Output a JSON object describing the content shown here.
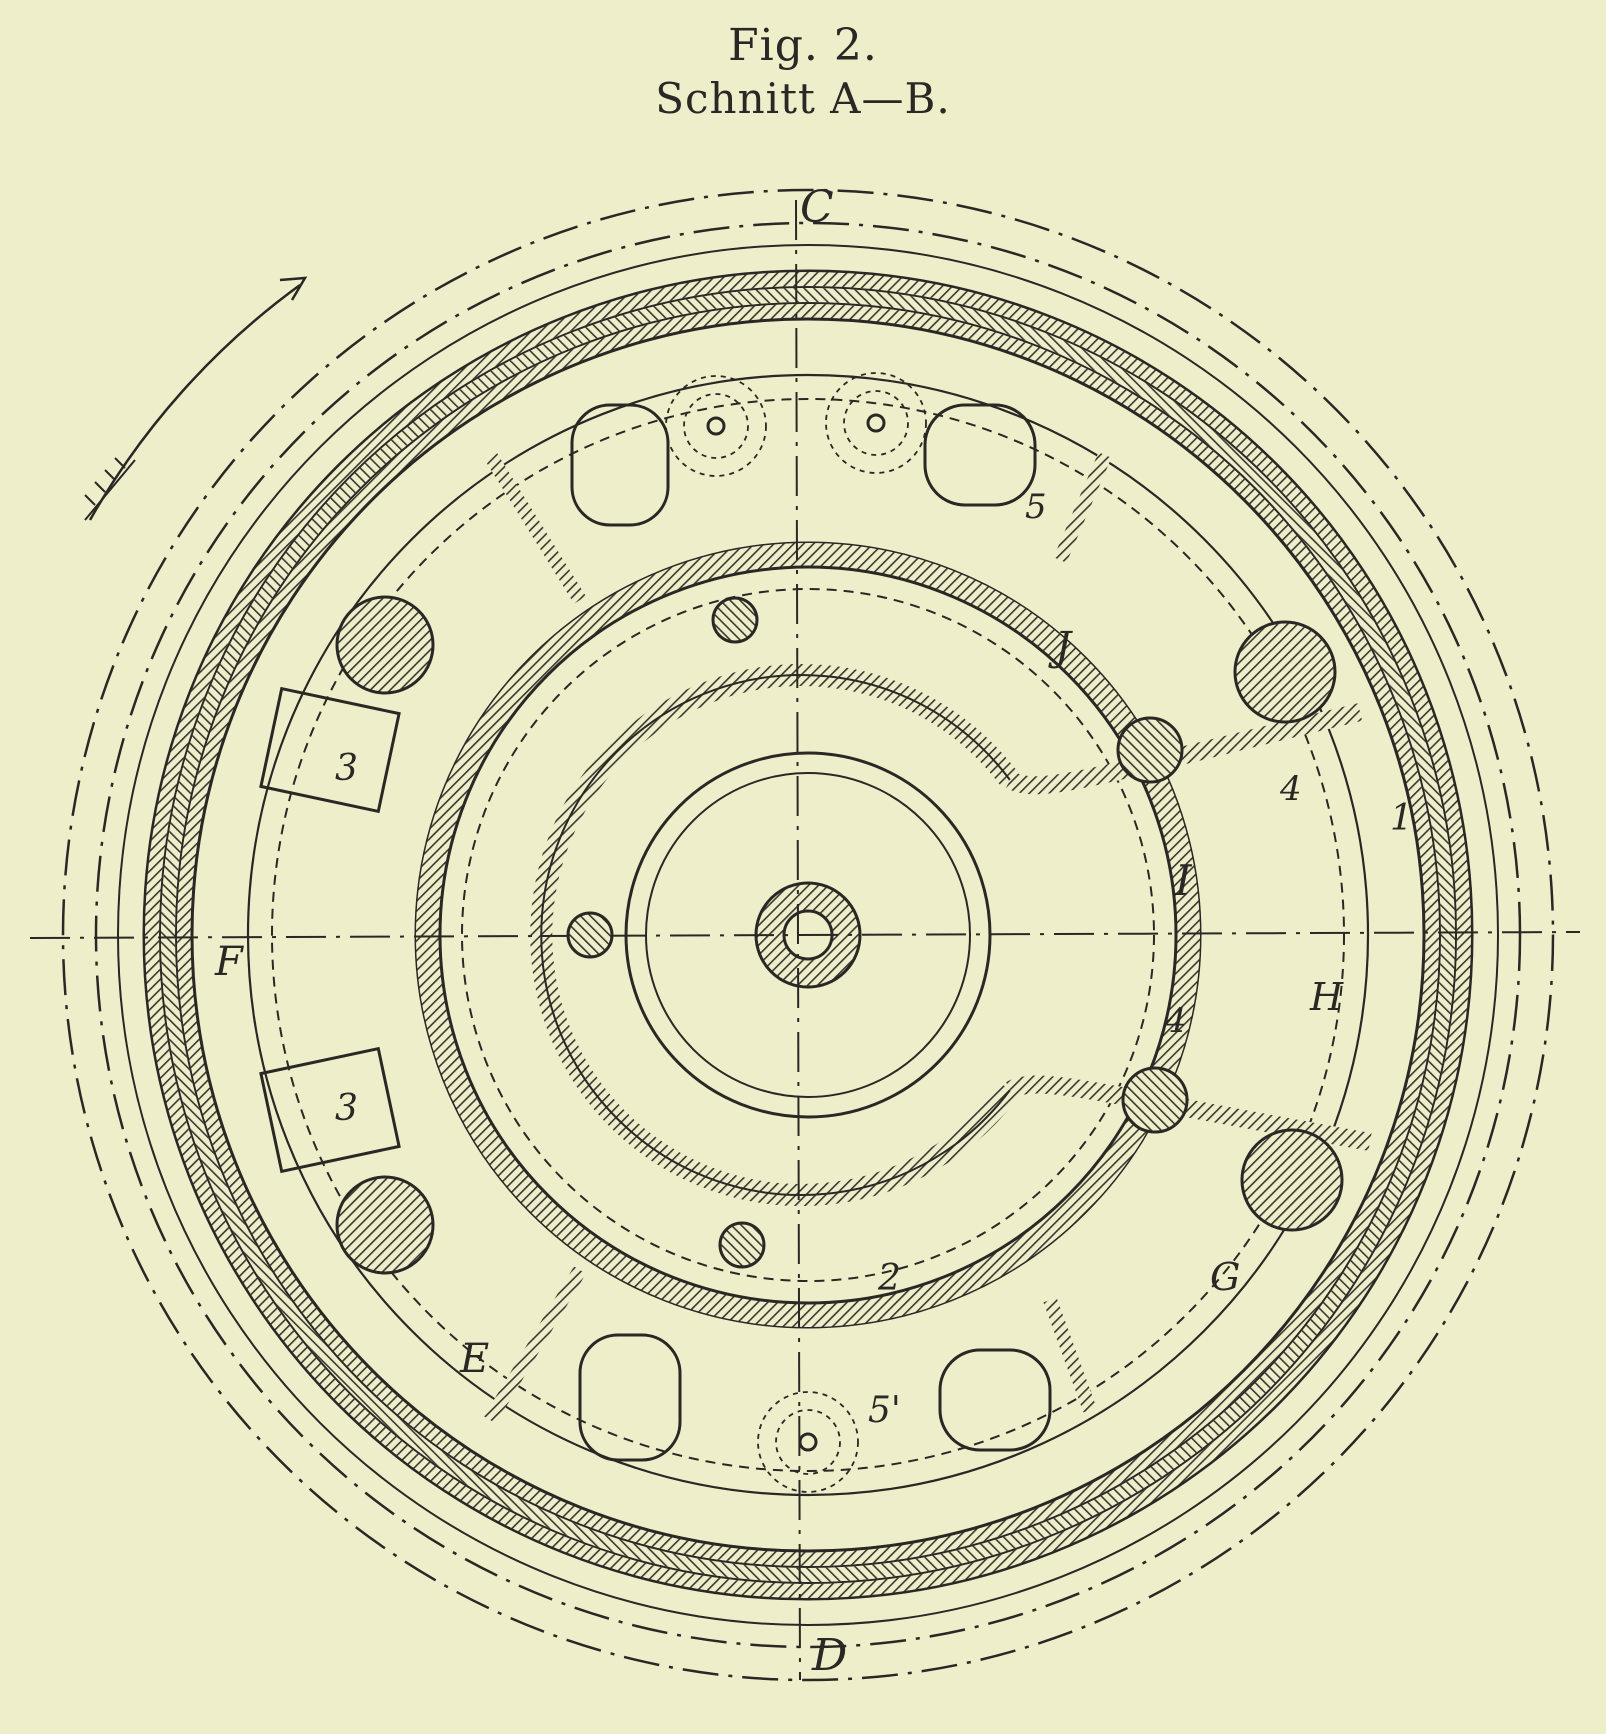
{
  "figure": {
    "title": "Fig. 2.",
    "subtitle": "Schnitt A—B."
  },
  "labels": {
    "C": "C",
    "D": "D",
    "E": "E",
    "F": "F",
    "G": "G",
    "H": "H",
    "I": "I",
    "J": "J",
    "n1": "1",
    "n2": "2",
    "n3a": "3",
    "n3b": "3",
    "n4a": "4",
    "n4b": "4",
    "n5": "5",
    "n5p": "5'"
  },
  "colors": {
    "paper": "#efeecb",
    "ink": "#2a2724",
    "hatch_fill": "#8a8676"
  }
}
